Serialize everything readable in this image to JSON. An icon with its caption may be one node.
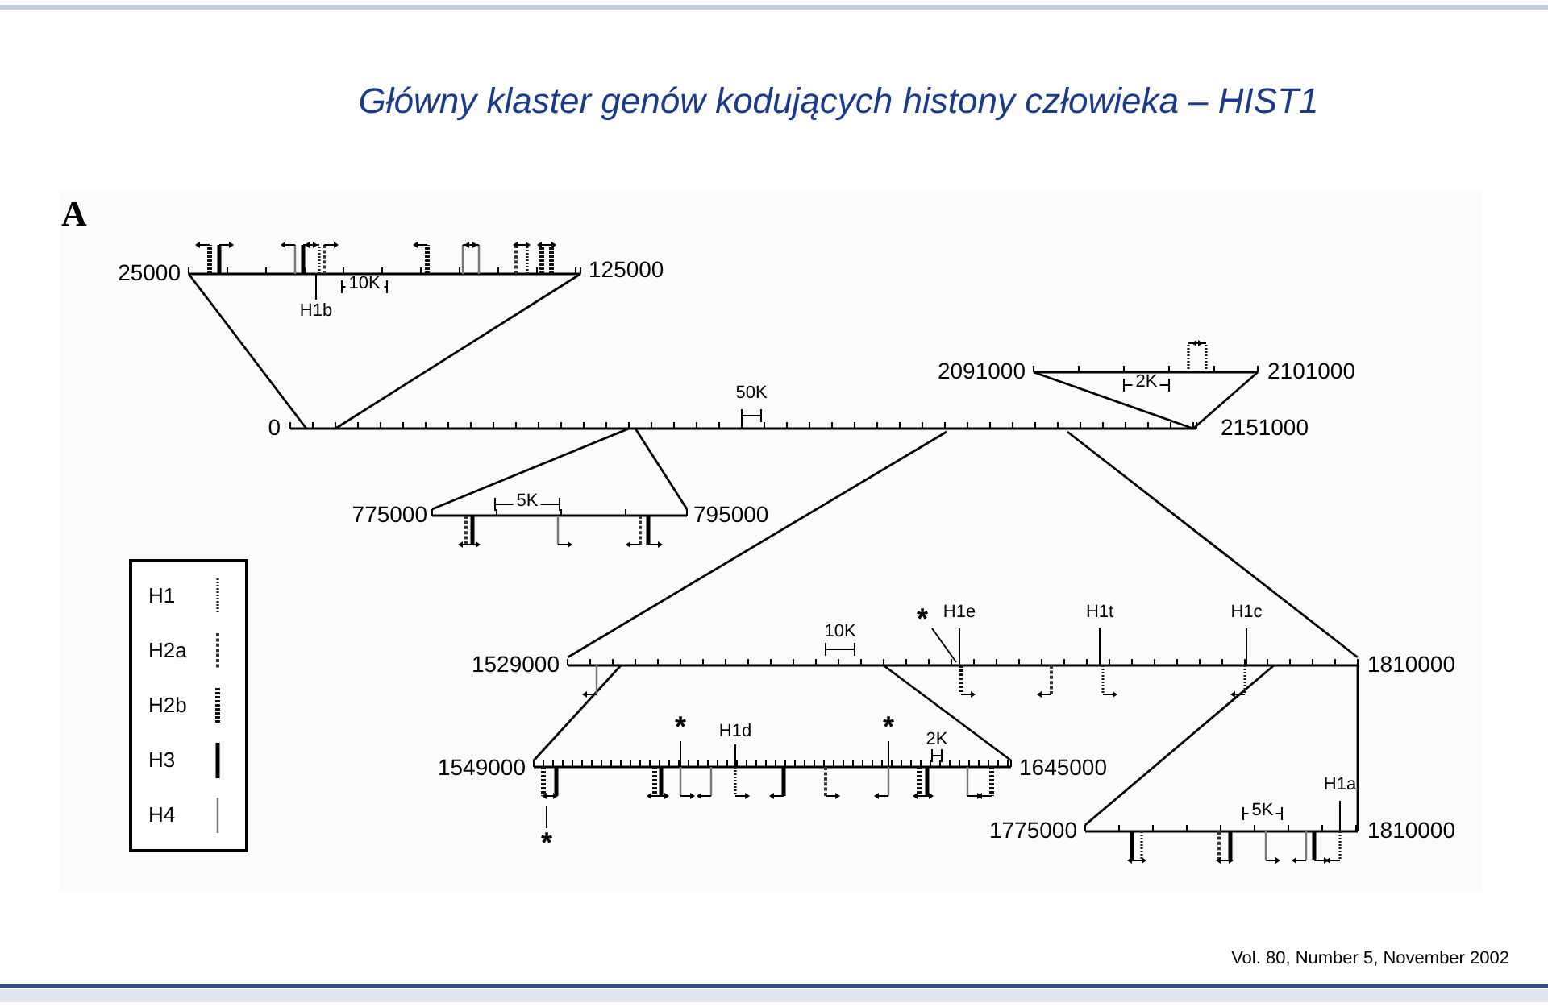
{
  "diagram": {
    "title": "Główny klaster genów kodujących histony człowieka – HIST1",
    "caption": "Vol. 80, Number 5, November 2002",
    "labels": [
      "A",
      "25000",
      "125000",
      "H1b",
      "10K",
      "2091000",
      "2101000",
      "2K",
      "50K",
      "0",
      "2151000",
      "775000",
      "5K",
      "795000",
      "*",
      "H1e",
      "H1t",
      "H1c",
      "10K",
      "1529000",
      "1810000",
      "*",
      "H1d",
      "*",
      "2K",
      "1549000",
      "1645000",
      "H1a",
      "5K",
      "1775000",
      "1810000",
      "*"
    ],
    "legend": [
      {
        "text": "H1"
      },
      {
        "text": "H2a"
      },
      {
        "text": "H2b"
      },
      {
        "text": "H3"
      },
      {
        "text": "H4"
      }
    ]
  }
}
